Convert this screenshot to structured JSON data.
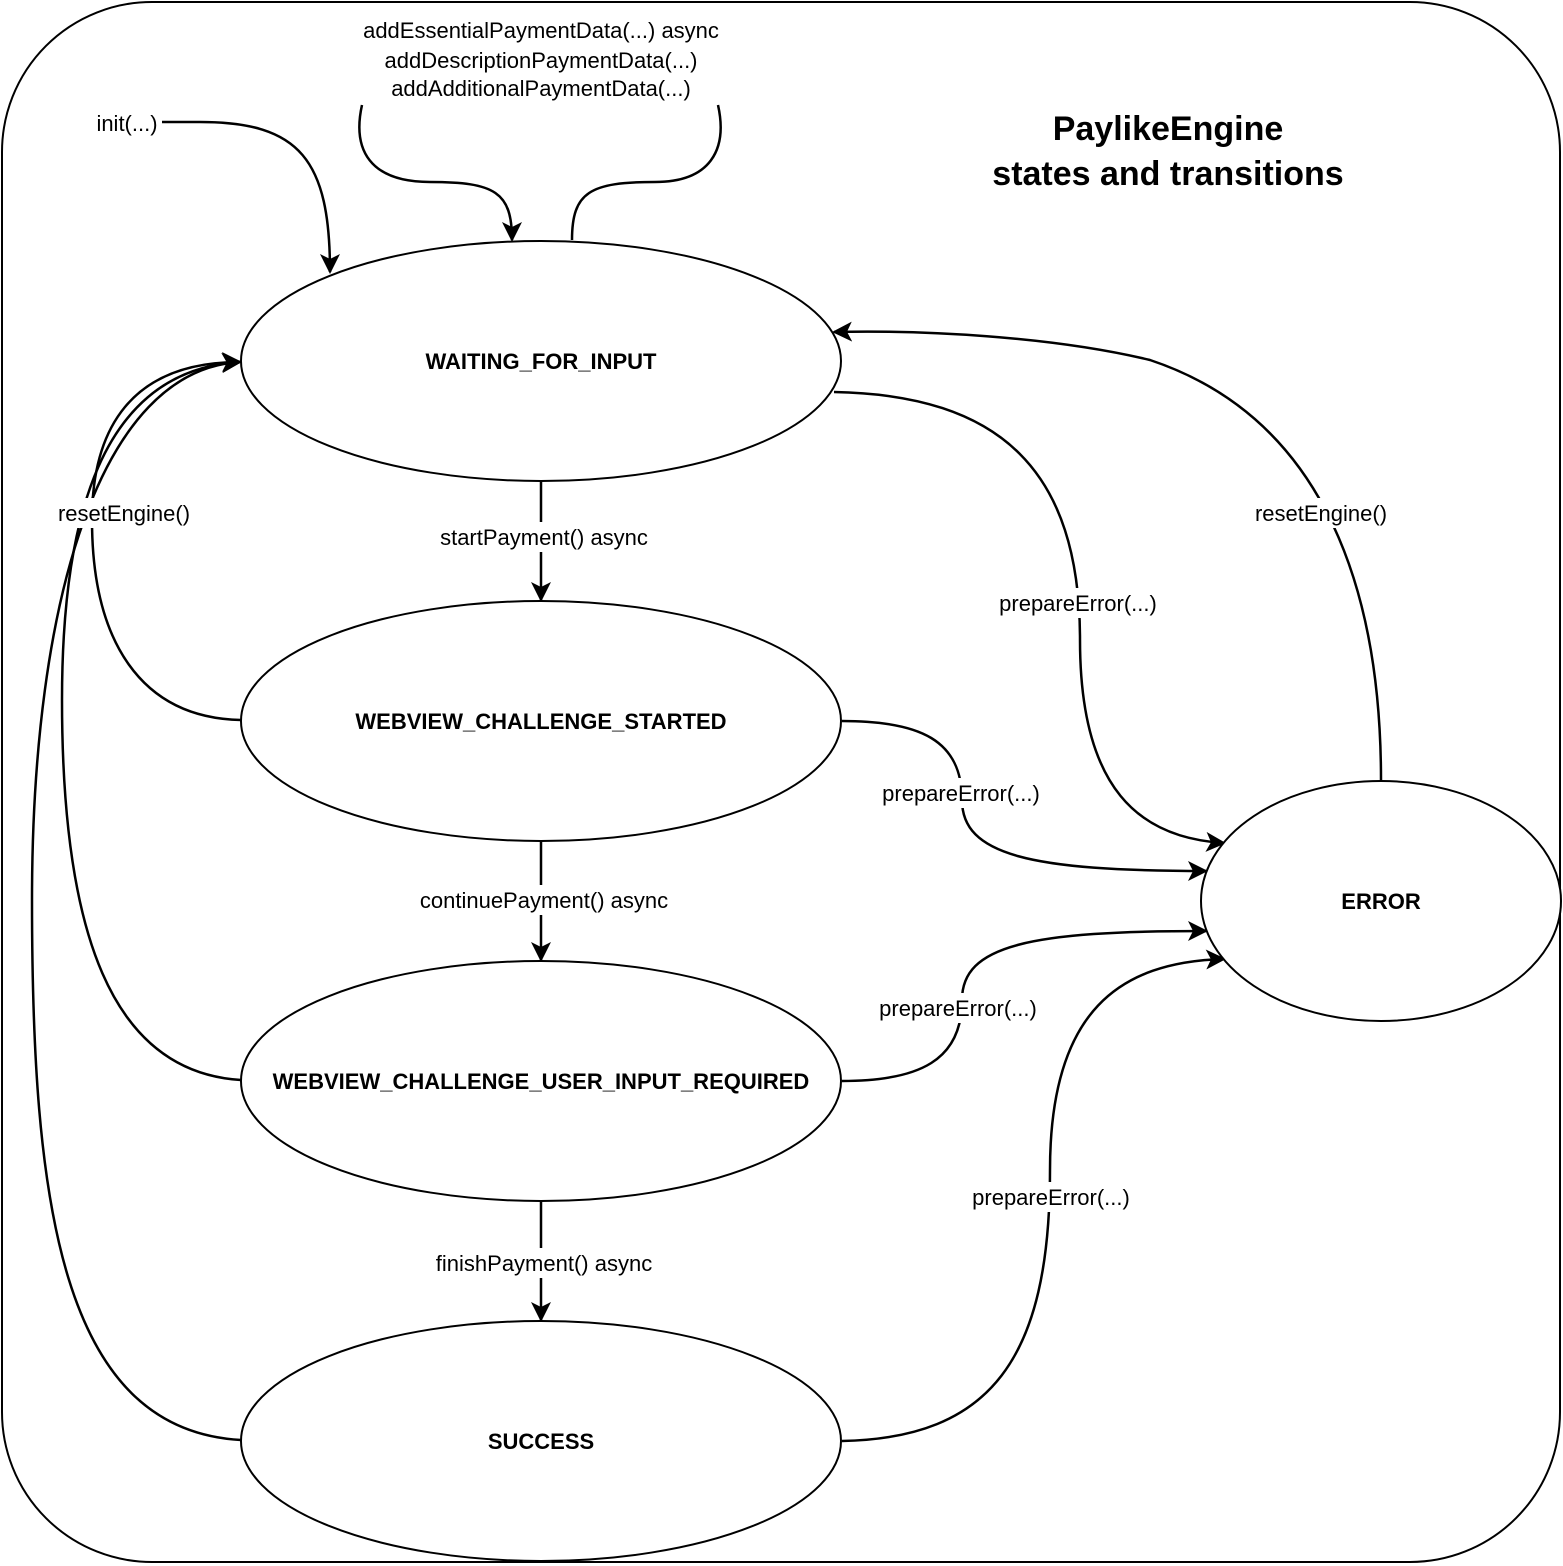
{
  "diagram": {
    "title_line1": "PaylikeEngine",
    "title_line2": "states and transitions",
    "states": {
      "waiting": "WAITING_FOR_INPUT",
      "webview_started": "WEBVIEW_CHALLENGE_STARTED",
      "user_input_required": "WEBVIEW_CHALLENGE_USER_INPUT_REQUIRED",
      "success": "SUCCESS",
      "error": "ERROR"
    },
    "transitions": {
      "init": "init(...)",
      "add_essential": "addEssentialPaymentData(...) async",
      "add_description": "addDescriptionPaymentData(...)",
      "add_additional": "addAdditionalPaymentData(...)",
      "start_payment": "startPayment() async",
      "continue_payment": "continuePayment() async",
      "finish_payment": "finishPayment() async",
      "reset_engine_left": "resetEngine()",
      "reset_engine_right": "resetEngine()",
      "prepare_error_waiting": "prepareError(...)",
      "prepare_error_started": "prepareError(...)",
      "prepare_error_user_input": "prepareError(...)",
      "prepare_error_success": "prepareError(...)"
    }
  }
}
